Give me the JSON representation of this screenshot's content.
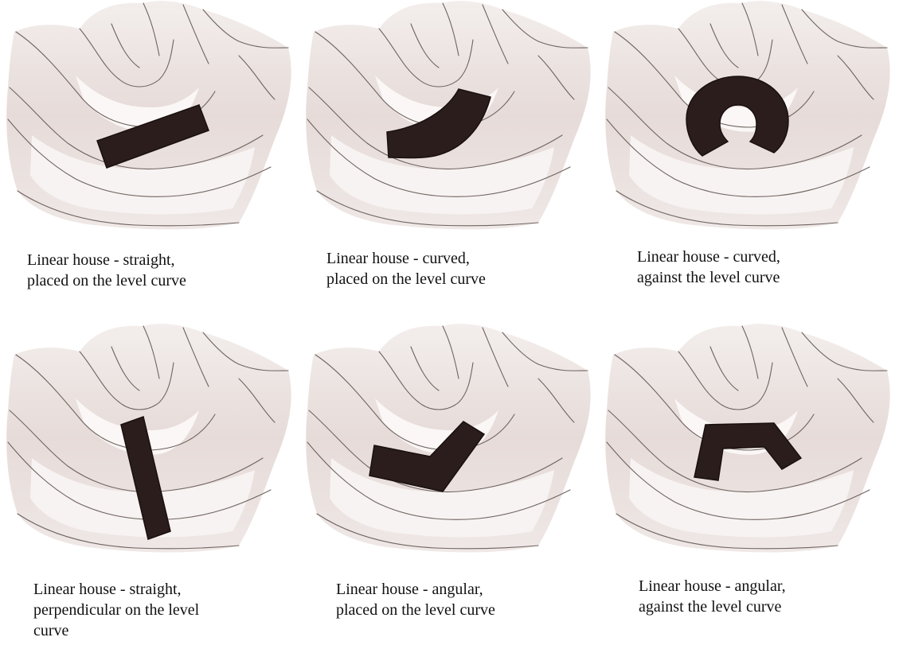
{
  "colors": {
    "terrain_light": "#f4efee",
    "terrain_shade": "#d2c3c0",
    "contour_line": "#6f6460",
    "house": "#2a1d1c"
  },
  "panels": [
    {
      "lines": [
        "Linear house - straight,",
        "placed on the level curve"
      ],
      "house_shape": "straight-along"
    },
    {
      "lines": [
        "Linear house - curved,",
        "placed on the level curve"
      ],
      "house_shape": "curved-along"
    },
    {
      "lines": [
        "Linear house - curved,",
        "against the level curve"
      ],
      "house_shape": "curved-against"
    },
    {
      "lines": [
        "Linear house - straight,",
        "perpendicular on the level",
        "curve"
      ],
      "house_shape": "straight-perpendicular"
    },
    {
      "lines": [
        "Linear house - angular,",
        "placed on the level curve"
      ],
      "house_shape": "angular-along"
    },
    {
      "lines": [
        "Linear house - angular,",
        "against the level curve"
      ],
      "house_shape": "angular-against"
    }
  ]
}
